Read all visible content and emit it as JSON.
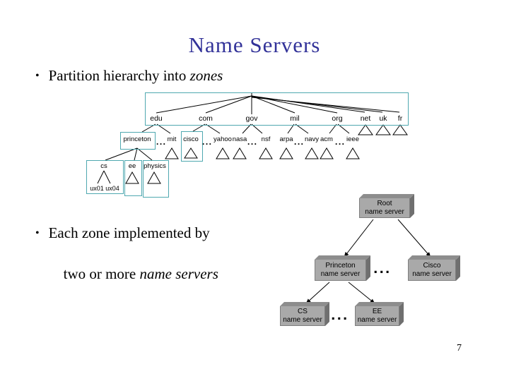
{
  "slide": {
    "title": "Name Servers",
    "bullet_char": "•",
    "bullet1": {
      "text": "Partition hierarchy into ",
      "italic": "zones"
    },
    "bullet2": {
      "line1": "Each zone implemented by",
      "line2_text": "two or more ",
      "line2_italic": "name servers"
    },
    "page_number": "7"
  },
  "dns_tree": {
    "ellipsis": "...",
    "tlds": [
      "edu",
      "com",
      "gov",
      "mil",
      "org",
      "net",
      "uk",
      "fr"
    ],
    "second_level": [
      "princeton",
      "mit",
      "cisco",
      "yahoo",
      "nasa",
      "nsf",
      "arpa",
      "navy",
      "acm",
      "ieee"
    ],
    "princeton_children": [
      "cs",
      "ee",
      "physics"
    ],
    "cs_hosts": [
      "ux01",
      "ux04"
    ]
  },
  "server_tree": {
    "ellipsis": "...",
    "root": {
      "line1": "Root",
      "line2": "name server"
    },
    "princeton": {
      "line1": "Princeton",
      "line2": "name server"
    },
    "cisco": {
      "line1": "Cisco",
      "line2": "name server"
    },
    "cs": {
      "line1": "CS",
      "line2": "name server"
    },
    "ee": {
      "line1": "EE",
      "line2": "name server"
    }
  },
  "colors": {
    "title": "#333399",
    "zone_border": "#4fa8b0",
    "server_face": "#a9a9a9",
    "server_bevel_top": "#8d8d8d",
    "server_bevel_side": "#6f6f6f"
  }
}
